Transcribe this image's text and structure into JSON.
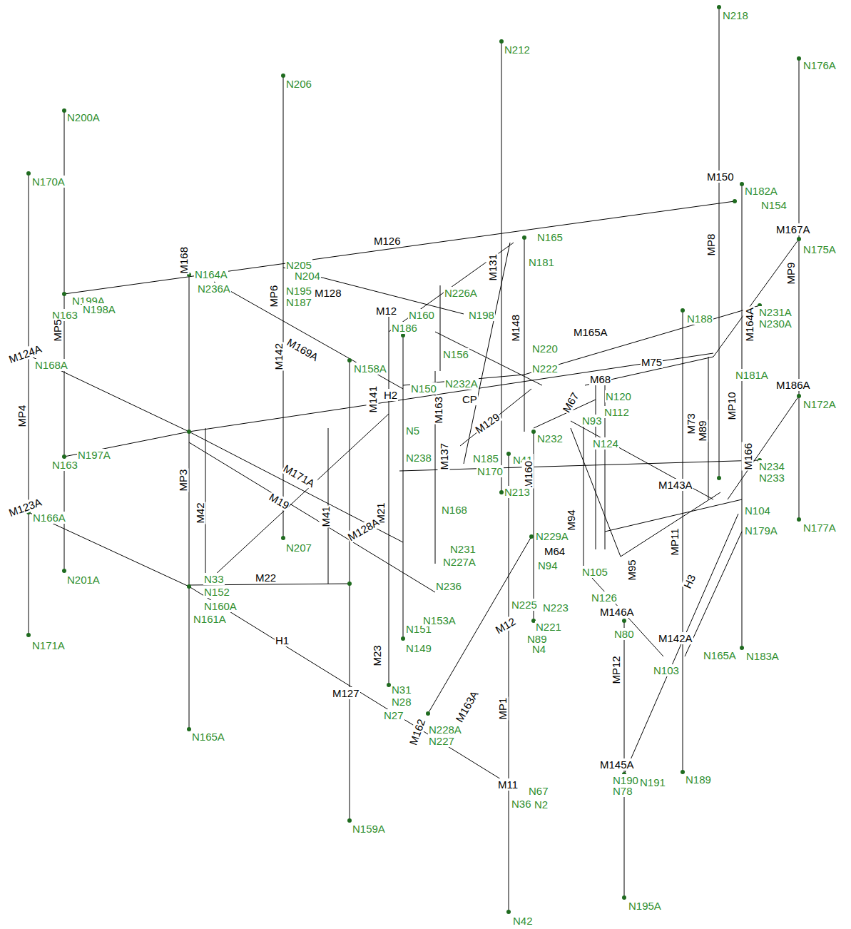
{
  "diagram": {
    "labels": [
      "N218",
      "N176A",
      "N212",
      "N206",
      "N200A",
      "N170A",
      "N182A",
      "N154",
      "M150",
      "M126",
      "M167A",
      "N175A",
      "N165",
      "N181",
      "N164A",
      "N236A",
      "N205",
      "N204",
      "N195",
      "N187",
      "MP6",
      "N199A",
      "N198A",
      "N163",
      "M168",
      "M128",
      "M131",
      "N226A",
      "N198",
      "M12",
      "N160",
      "N186",
      "N188",
      "N231A",
      "N230A",
      "M164A",
      "MP9",
      "MP8",
      "M165A",
      "M148",
      "N156",
      "N158A",
      "N220",
      "N222",
      "M142",
      "M169A",
      "M75",
      "MP5",
      "M124A",
      "N168A",
      "N150",
      "N232A",
      "H2",
      "CP",
      "M141",
      "M163",
      "M129",
      "M68",
      "N120",
      "N112",
      "N93",
      "M67",
      "N172A",
      "M186A",
      "MP10",
      "N181A",
      "N5",
      "N124",
      "N232",
      "N41",
      "N238",
      "N185",
      "N170",
      "N234",
      "N233",
      "M166",
      "M73",
      "M89",
      "MP3",
      "M42",
      "M171A",
      "M19",
      "M160",
      "N213",
      "N168",
      "M21",
      "M143A",
      "N104",
      "MP11",
      "N179A",
      "N177A",
      "M94",
      "M128A",
      "M41",
      "N207",
      "N201A",
      "M123A",
      "N166A",
      "N229A",
      "M64",
      "N231",
      "N227A",
      "N94",
      "N105",
      "M95",
      "M22",
      "N33",
      "N152",
      "N236",
      "N160A",
      "N161A",
      "N126",
      "H3",
      "N225",
      "N223",
      "N221",
      "M146A",
      "N80",
      "M142A",
      "N165A",
      "N103",
      "N183A",
      "M12",
      "N89",
      "N4",
      "N151",
      "N153A",
      "N149",
      "MP12",
      "M23",
      "H1",
      "M127",
      "N31",
      "N28",
      "N27",
      "M162",
      "M163A",
      "N228A",
      "N227",
      "MP1",
      "N189",
      "M145A",
      "N190",
      "N191",
      "N78",
      "M11",
      "N67",
      "N36",
      "N2",
      "N165A",
      "N159A",
      "N171A",
      "N195A",
      "N42",
      "MP4",
      "N197A",
      "N163",
      "M137"
    ]
  }
}
